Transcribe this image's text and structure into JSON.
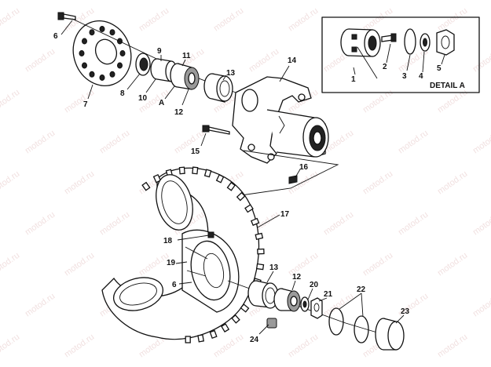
{
  "diagram": {
    "watermark": "motod.ru",
    "detail_label": "DETAIL A",
    "callouts": [
      "1",
      "2",
      "3",
      "4",
      "5",
      "6",
      "7",
      "8",
      "9",
      "10",
      "11",
      "A",
      "12",
      "13",
      "14",
      "15",
      "16",
      "17",
      "18",
      "19",
      "6",
      "13",
      "12",
      "20",
      "21",
      "22",
      "23",
      "24"
    ]
  }
}
